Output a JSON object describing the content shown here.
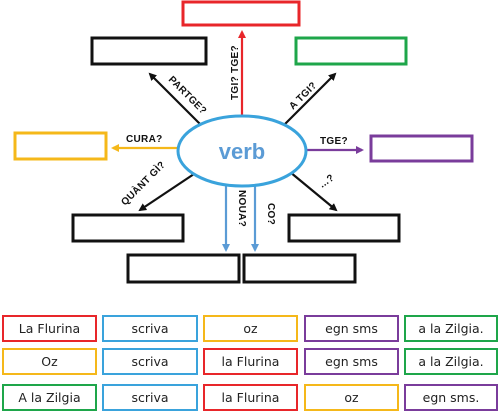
{
  "colors": {
    "red": "#e8262a",
    "green": "#1ea64a",
    "orange": "#f5b81a",
    "purple": "#7a3c9b",
    "blue": "#3aa3dc",
    "black": "#111111",
    "center_text": "#5b9bd5",
    "down_arrows": "#5b9bd5"
  },
  "diagram": {
    "center_word": "verb",
    "questions": {
      "up": "TGI? TGE?",
      "upper_left": "PARTGE?",
      "upper_right": "A TGI?",
      "left": "CURA?",
      "right": "TGE?",
      "lower_left": "QUÀNT GÌ?",
      "lower_right": "...?",
      "down_left": "NOUA?",
      "down_right": "CO?"
    }
  },
  "chips": {
    "rows": [
      [
        {
          "text": "La Flurina",
          "color": "red"
        },
        {
          "text": "scriva",
          "color": "blue"
        },
        {
          "text": "oz",
          "color": "orange"
        },
        {
          "text": "egn sms",
          "color": "purple"
        },
        {
          "text": "a la Zilgia.",
          "color": "green"
        }
      ],
      [
        {
          "text": "Oz",
          "color": "orange"
        },
        {
          "text": "scriva",
          "color": "blue"
        },
        {
          "text": "la Flurina",
          "color": "red"
        },
        {
          "text": "egn sms",
          "color": "purple"
        },
        {
          "text": "a la Zilgia.",
          "color": "green"
        }
      ],
      [
        {
          "text": "A la Zilgia",
          "color": "green"
        },
        {
          "text": "scriva",
          "color": "blue"
        },
        {
          "text": "la Flurina",
          "color": "red"
        },
        {
          "text": "oz",
          "color": "orange"
        },
        {
          "text": "egn sms.",
          "color": "purple"
        }
      ]
    ]
  }
}
